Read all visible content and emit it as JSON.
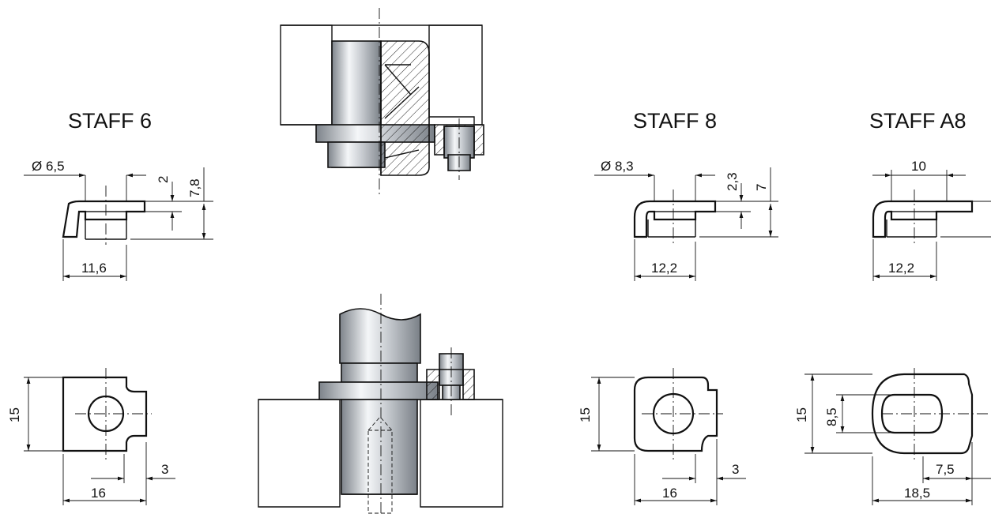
{
  "titles": {
    "staff6": "STAFF 6",
    "staff8": "STAFF 8",
    "staffA8": "STAFF A8"
  },
  "dimensions": {
    "staff6": {
      "bore": "Ø 6,5",
      "step": "2",
      "height": "7,8",
      "length": "11,6",
      "width": "15",
      "depth": "16",
      "lug": "3"
    },
    "staff8": {
      "bore": "Ø 8,3",
      "step": "2,3",
      "height": "7",
      "length": "12,2",
      "width": "15",
      "depth": "16",
      "lug": "3"
    },
    "staffA8": {
      "bore": "10",
      "length": "12,2",
      "width": "15",
      "slot": "8,5",
      "lug": "7,5",
      "depth": "18,5"
    }
  },
  "colors": {
    "line": "#111111",
    "metal_light": "#f2f4f6",
    "metal_dark": "#8e949b"
  }
}
